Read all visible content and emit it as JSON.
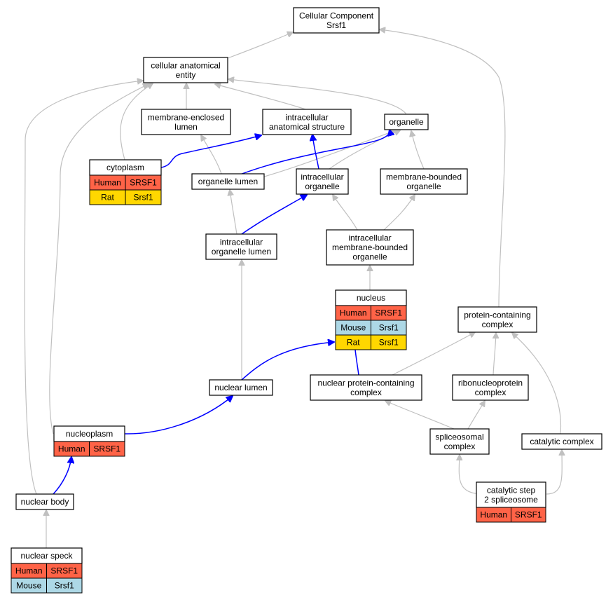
{
  "colors": {
    "human": "#ff6347",
    "mouse": "#add8e6",
    "rat": "#ffd700",
    "edge_default": "#c0c0c0",
    "edge_highlight": "#0000ff"
  },
  "nodes": {
    "root": {
      "lines": [
        "Cellular Component",
        "Srsf1"
      ]
    },
    "cae": {
      "lines": [
        "cellular anatomical",
        "entity"
      ]
    },
    "mel": {
      "lines": [
        "membrane-enclosed",
        "lumen"
      ]
    },
    "ias": {
      "lines": [
        "intracellular",
        "anatomical structure"
      ]
    },
    "organelle": {
      "lines": [
        "organelle"
      ]
    },
    "cytoplasm": {
      "lines": [
        "cytoplasm"
      ],
      "rows": [
        [
          "Human",
          "SRSF1"
        ],
        [
          "Rat",
          "Srsf1"
        ]
      ]
    },
    "ol": {
      "lines": [
        "organelle lumen"
      ]
    },
    "io": {
      "lines": [
        "intracellular",
        "organelle"
      ]
    },
    "mbo": {
      "lines": [
        "membrane-bounded",
        "organelle"
      ]
    },
    "iol": {
      "lines": [
        "intracellular",
        "organelle lumen"
      ]
    },
    "imbo": {
      "lines": [
        "intracellular",
        "membrane-bounded",
        "organelle"
      ]
    },
    "nucleus": {
      "lines": [
        "nucleus"
      ],
      "rows": [
        [
          "Human",
          "SRSF1"
        ],
        [
          "Mouse",
          "Srsf1"
        ],
        [
          "Rat",
          "Srsf1"
        ]
      ]
    },
    "pcc": {
      "lines": [
        "protein-containing",
        "complex"
      ]
    },
    "nl": {
      "lines": [
        "nuclear lumen"
      ]
    },
    "npcc": {
      "lines": [
        "nuclear protein-containing",
        "complex"
      ]
    },
    "rnp": {
      "lines": [
        "ribonucleoprotein",
        "complex"
      ]
    },
    "nucleoplasm": {
      "lines": [
        "nucleoplasm"
      ],
      "rows": [
        [
          "Human",
          "SRSF1"
        ]
      ]
    },
    "spliceosome": {
      "lines": [
        "spliceosomal",
        "complex"
      ]
    },
    "catalytic": {
      "lines": [
        "catalytic complex"
      ]
    },
    "nb": {
      "lines": [
        "nuclear body"
      ]
    },
    "cs2": {
      "lines": [
        "catalytic step",
        "2 spliceosome"
      ],
      "rows": [
        [
          "Human",
          "SRSF1"
        ]
      ]
    },
    "ns": {
      "lines": [
        "nuclear speck"
      ],
      "rows": [
        [
          "Human",
          "SRSF1"
        ],
        [
          "Mouse",
          "Srsf1"
        ]
      ]
    }
  }
}
